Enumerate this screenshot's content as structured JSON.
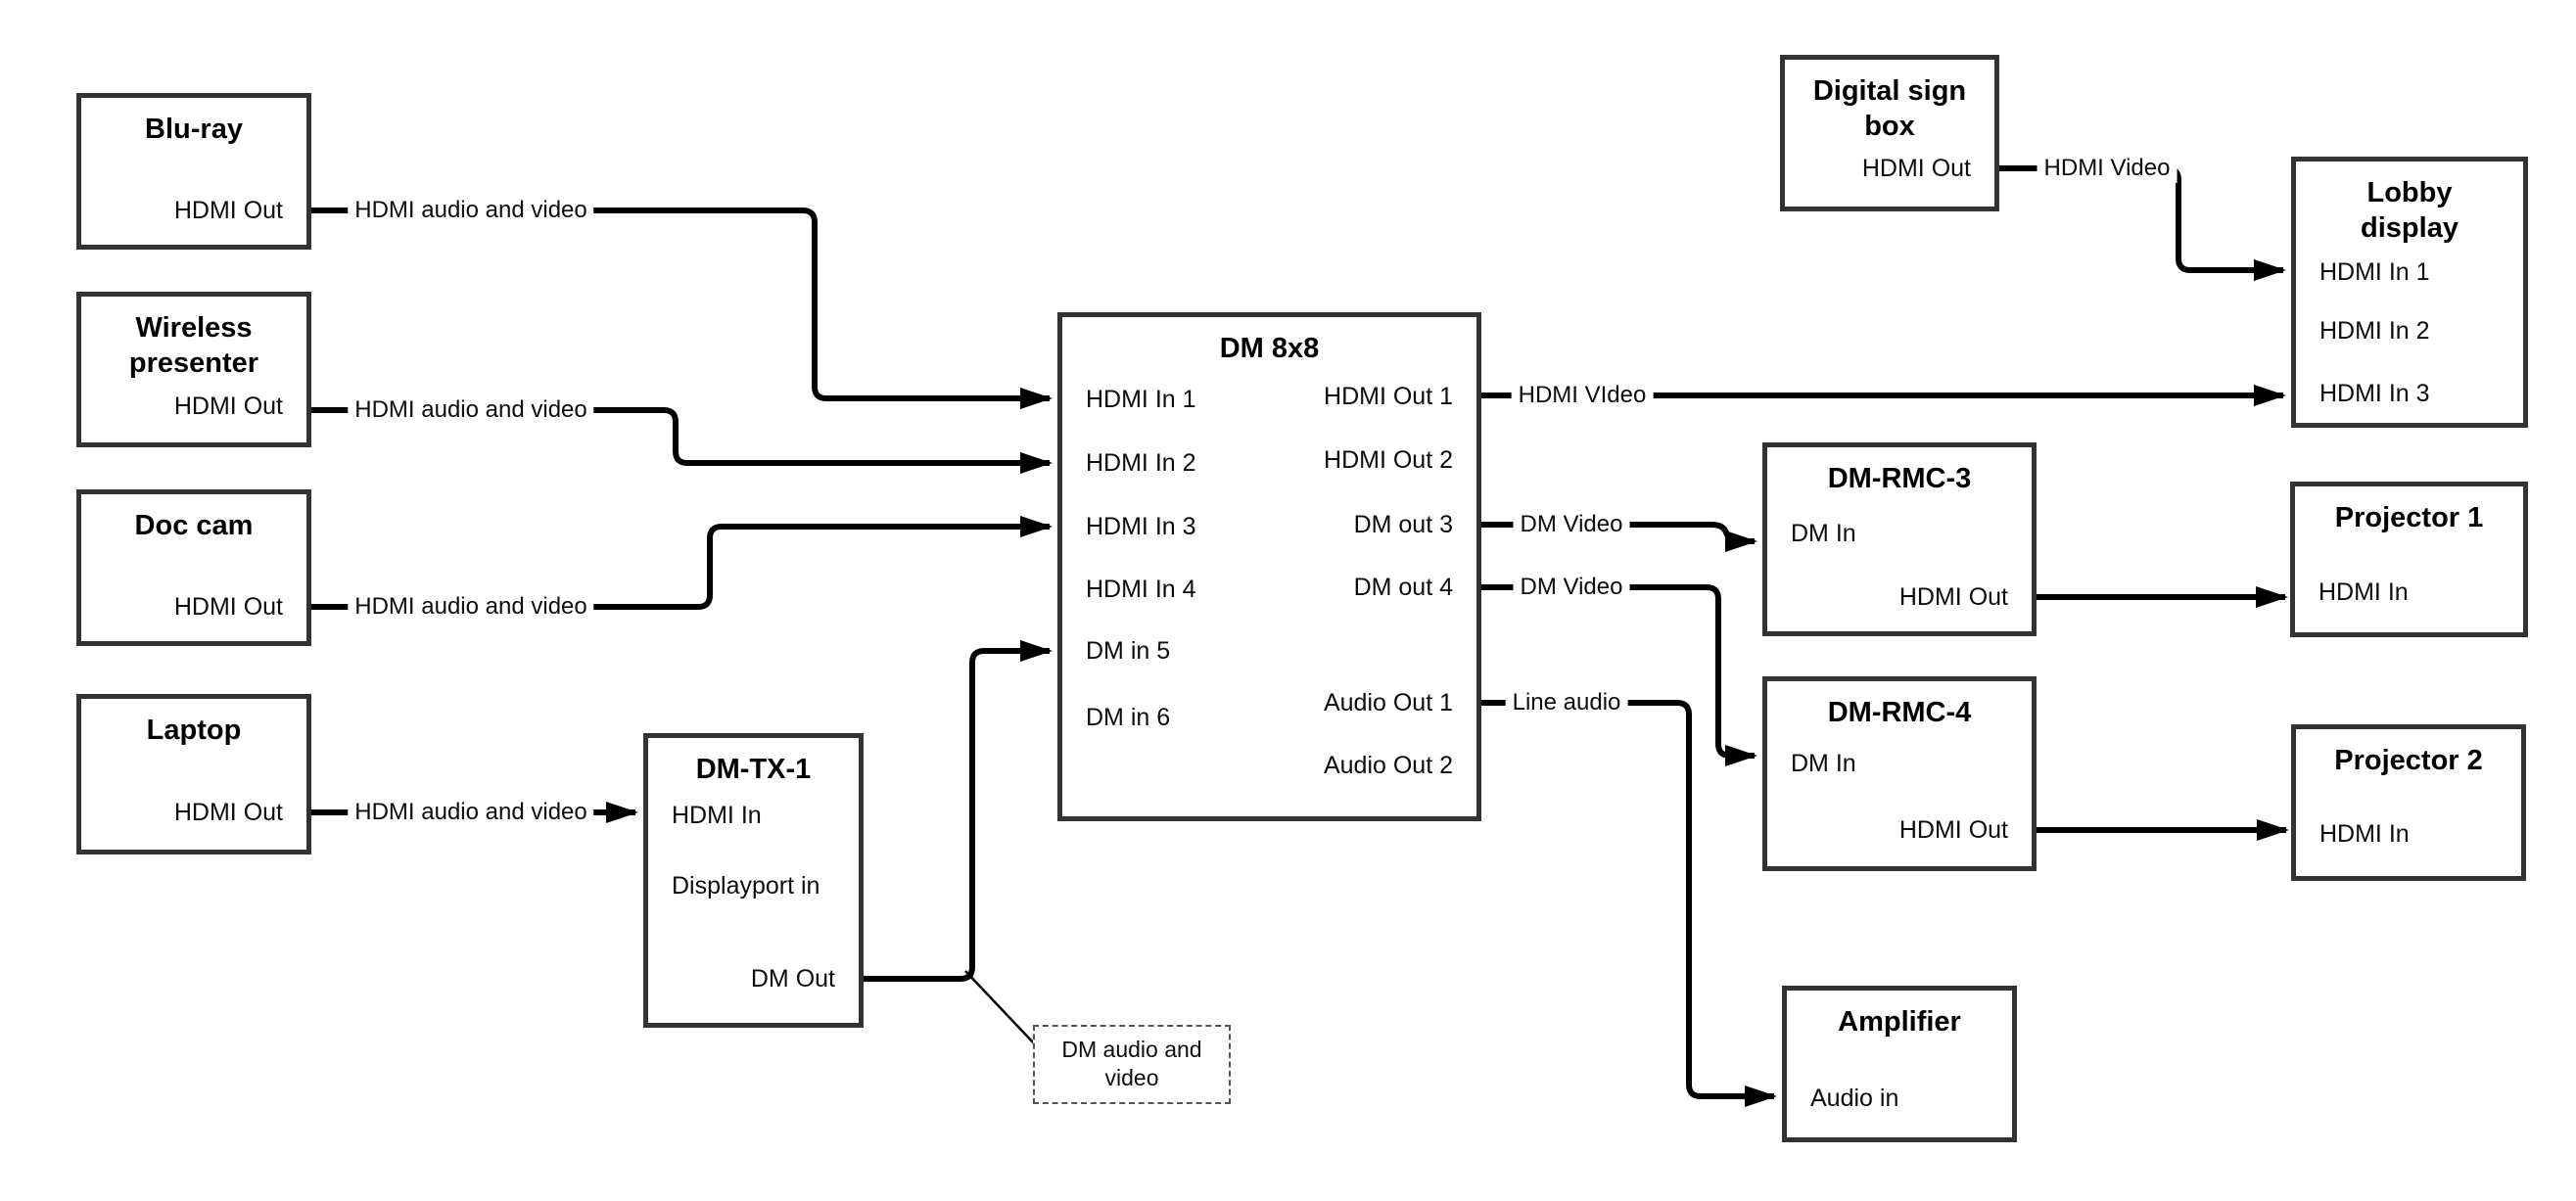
{
  "diagram": {
    "colors": {
      "wire": "#000000",
      "box_border": "#333333",
      "background": "#ffffff"
    },
    "nodes": {
      "bluray": {
        "title": "Blu-ray",
        "ports": {
          "hdmi_out": "HDMI Out"
        }
      },
      "wireless": {
        "title": "Wireless presenter",
        "ports": {
          "hdmi_out": "HDMI Out"
        }
      },
      "doccam": {
        "title": "Doc cam",
        "ports": {
          "hdmi_out": "HDMI Out"
        }
      },
      "laptop": {
        "title": "Laptop",
        "ports": {
          "hdmi_out": "HDMI Out"
        }
      },
      "dmtx": {
        "title": "DM-TX-1",
        "ports": {
          "hdmi_in": "HDMI In",
          "displayport_in": "Displayport in",
          "dm_out": "DM Out"
        }
      },
      "dm8x8": {
        "title": "DM 8x8",
        "ports": {
          "hdmi_in_1": "HDMI In 1",
          "hdmi_in_2": "HDMI In 2",
          "hdmi_in_3": "HDMI In 3",
          "hdmi_in_4": "HDMI In 4",
          "dm_in_5": "DM in 5",
          "dm_in_6": "DM in 6",
          "hdmi_out_1": "HDMI Out 1",
          "hdmi_out_2": "HDMI Out 2",
          "dm_out_3": "DM out 3",
          "dm_out_4": "DM out 4",
          "audio_out_1": "Audio Out 1",
          "audio_out_2": "Audio Out 2"
        }
      },
      "signbox": {
        "title": "Digital sign box",
        "ports": {
          "hdmi_out": "HDMI Out"
        }
      },
      "lobby": {
        "title": "Lobby display",
        "ports": {
          "hdmi_in_1": "HDMI In 1",
          "hdmi_in_2": "HDMI In 2",
          "hdmi_in_3": "HDMI In 3"
        }
      },
      "rmc3": {
        "title": "DM-RMC-3",
        "ports": {
          "dm_in": "DM In",
          "hdmi_out": "HDMI Out"
        }
      },
      "proj1": {
        "title": "Projector 1",
        "ports": {
          "hdmi_in": "HDMI In"
        }
      },
      "rmc4": {
        "title": "DM-RMC-4",
        "ports": {
          "dm_in": "DM In",
          "hdmi_out": "HDMI Out"
        }
      },
      "proj2": {
        "title": "Projector 2",
        "ports": {
          "hdmi_in": "HDMI In"
        }
      },
      "amp": {
        "title": "Amplifier",
        "ports": {
          "audio_in": "Audio in"
        }
      }
    },
    "wire_labels": {
      "hdmi_av_bluray": "HDMI audio and video",
      "hdmi_av_wireless": "HDMI audio and video",
      "hdmi_av_doccam": "HDMI audio and video",
      "hdmi_av_laptop": "HDMI audio and video",
      "hdmi_video_out1": "HDMI VIdeo",
      "dm_video_out3": "DM Video",
      "dm_video_out4": "DM Video",
      "line_audio": "Line audio",
      "hdmi_video_sign": "HDMI Video"
    },
    "note": {
      "line1": "DM audio and",
      "line2": "video"
    }
  }
}
